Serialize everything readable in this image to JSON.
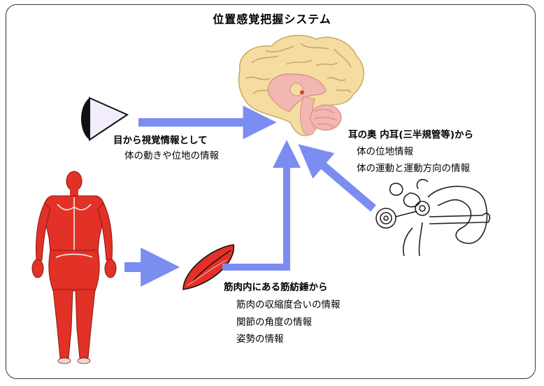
{
  "title": "位置感覚把握システム",
  "colors": {
    "arrow": "#7b8df0",
    "muscle_red": "#e23126",
    "brain_beige": "#f5dca0",
    "brain_pink": "#f1b7b0"
  },
  "icons": [
    "eye-icon",
    "brain-illustration",
    "human-muscle-figure",
    "muscle-fiber-icon",
    "inner-ear-illustration"
  ],
  "eye": {
    "heading": "目から視覚情報として",
    "items": [
      "体の動きや位地の情報"
    ]
  },
  "ear": {
    "heading": "耳の奥 内耳(三半規管等)から",
    "items": [
      "体の位地情報",
      "体の運動と運動方向の情報"
    ]
  },
  "muscle": {
    "heading": "筋肉内にある筋紡錘から",
    "items": [
      "筋肉の収縮度合いの情報",
      "関節の角度の情報",
      "姿勢の情報"
    ]
  }
}
